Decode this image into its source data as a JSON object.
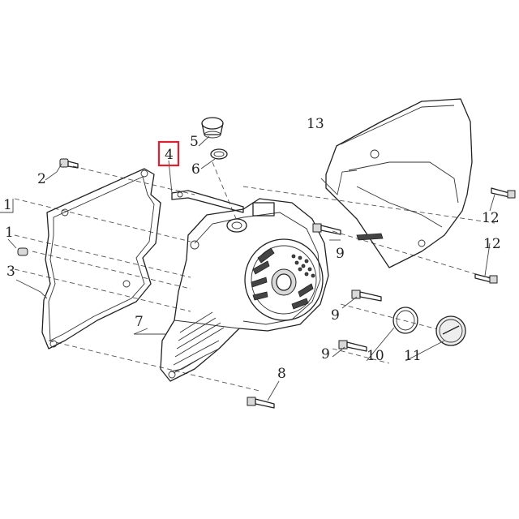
{
  "diagram": {
    "callouts": [
      "1",
      "1",
      "2",
      "3",
      "4",
      "5",
      "6",
      "7",
      "8",
      "9",
      "9",
      "9",
      "10",
      "11",
      "12",
      "12",
      "13"
    ],
    "highlighted_callout": "4",
    "highlight_color": "#e0202e",
    "line_color": "#222222",
    "background": "#ffffff"
  }
}
